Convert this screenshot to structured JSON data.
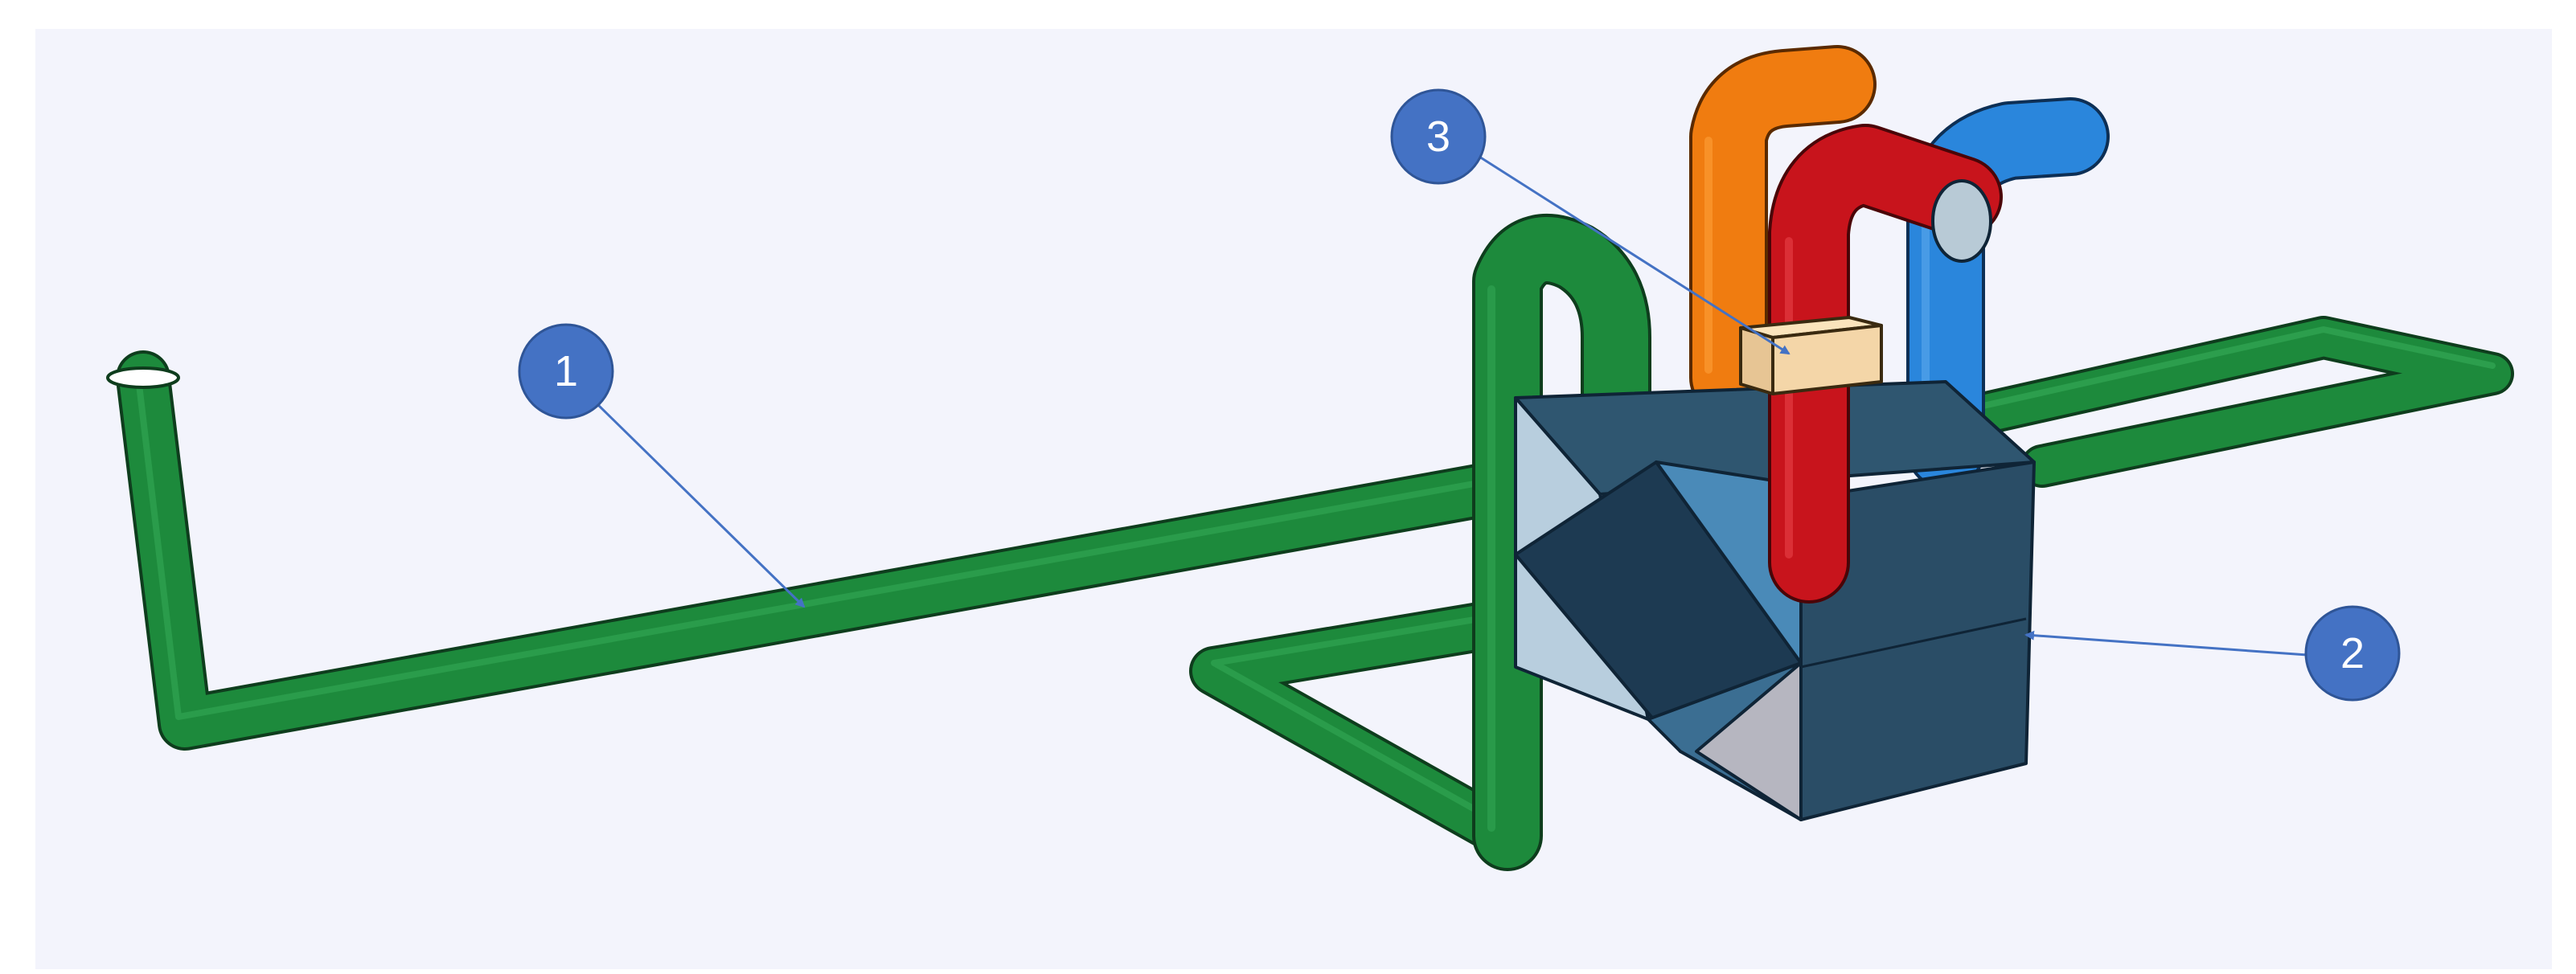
{
  "callouts": [
    {
      "label": "1",
      "target": "green-duct"
    },
    {
      "label": "2",
      "target": "heat-recovery-unit"
    },
    {
      "label": "3",
      "target": "duct-box"
    }
  ],
  "colors": {
    "background": "#f3f4fc",
    "green_duct": "#1d8a3c",
    "orange_duct": "#f07c10",
    "red_duct": "#c8141c",
    "blue_duct": "#2a86dc",
    "unit_body": "#2a4d66",
    "callout": "#4472c4",
    "box": "#f4d6a8"
  }
}
